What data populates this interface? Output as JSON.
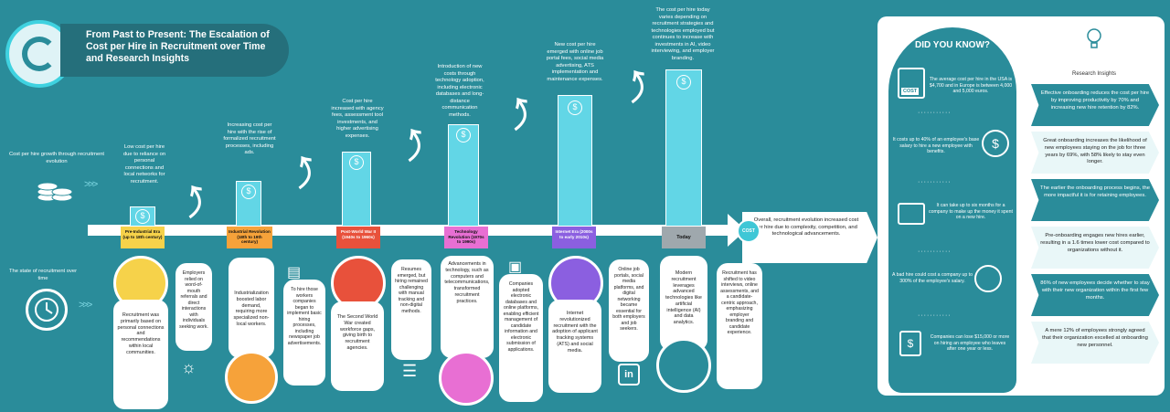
{
  "header": {
    "title": "From Past to Present: The Escalation of Cost per Hire in Recruitment over Time and Research Insights"
  },
  "left_labels": {
    "growth": "Cost per hire growth through recruitment evolution",
    "state": "The state of recruitment over time"
  },
  "eras": [
    {
      "label": "Pre-Industrial Era (up to 18th century)",
      "color": "#f6d24a",
      "cost_note": "Low cost per hire due to reliance on personal connections and local networks for recruitment.",
      "state": "Recruitment was primarily based on personal connections and recommendations within local communities.",
      "between": "Employers relied on word-of-mouth referrals and direct interactions with individuals seeking work."
    },
    {
      "label": "Industrial Revolution (18th to 19th century)",
      "color": "#f6a23a",
      "cost_note": "Increasing cost per hire with the rise of formalized recruitment processes, including ads.",
      "state": "Industrialization boosted labor demand, requiring more specialized non-local workers.",
      "between": "To hire those workers companies began to implement basic hiring processes, including newspaper job advertisements."
    },
    {
      "label": "Post-World War II (1940s to 1960s)",
      "color": "#e8513b",
      "cost_note": "Cost per hire increased with agency fees, assessment tool investments, and higher advertising expenses.",
      "state": "The Second World War created workforce gaps, giving birth to recruitment agencies.",
      "between": "Resumes emerged, but hiring remained challenging with manual tracking and non-digital methods."
    },
    {
      "label": "Technology Revolution (1970s to 1990s)",
      "color": "#e86fd3",
      "cost_note": "Introduction of new costs through technology adoption, including electronic databases and long-distance communication methods.",
      "state": "Advancements in technology, such as computers and telecommunications, transformed recruitment practices.",
      "between": "Companies adopted electronic databases and online platforms, enabling efficient management of candidate information and electronic submission of applications."
    },
    {
      "label": "Internet Era (2000s to early 2010s)",
      "color": "#8b5fe0",
      "cost_note": "New cost per hire emerged with online job portal fees, social media advertising, ATS implementation and maintenance expenses.",
      "state": "Internet revolutionized recruitment with the adoption of applicant tracking systems (ATS) and social media.",
      "between": "Online job portals, social media platforms, and digital networking became essential for both employers and job seekers."
    },
    {
      "label": "Today",
      "color": "#9fa8ad",
      "cost_note": "The cost per hire today varies depending on recruitment strategies and technologies employed but continues to increase with investments in AI, video interviewing, and employer branding.",
      "state": "Modern recruitment leverages advanced technologies like artificial intelligence (AI) and data analytics.",
      "between": "Recruitment has shifted to video interviews, online assessments, and a candidate-centric approach, emphasizing employer branding and candidate experience."
    }
  ],
  "overall": "Overall, recruitment evolution increased cost per hire due to complexity, competition, and technological advancements.",
  "dyk": {
    "title": "DID YOU KNOW?",
    "facts": [
      "The average cost per hire in the USA is $4,700 and in Europe is between 4,000 and 5,000 euros.",
      "It costs up to 40% of an employee's base salary to hire a new employee with benefits.",
      "It can take up to six months for a company to make up the money it spent on a new hire.",
      "A bad hire could cost a company up to 300% of the employee's salary.",
      "Companies can lose $15,000 or more on hiring an employee who leaves after one year or less."
    ],
    "cost_badge": "COST"
  },
  "research": {
    "title": "Research Insights",
    "items": [
      "Effective onboarding reduces the cost per hire by improving productivity by 70% and increasing new hire retention by 82%.",
      "Great onboarding increases the likelihood of new employees staying on the job for three years by 69%, with 58% likely to stay even longer.",
      "The earlier the onboarding process begins, the more impactful it is for retaining employees.",
      "Pre-onboarding engages new hires earlier, resulting in a 1.6 times lower cost compared to organizations without it.",
      "86% of new employees decide whether to stay with their new organization within the first few months.",
      "A mere 12% of employees strongly agreed that their organization excelled at onboarding new personnel."
    ]
  }
}
